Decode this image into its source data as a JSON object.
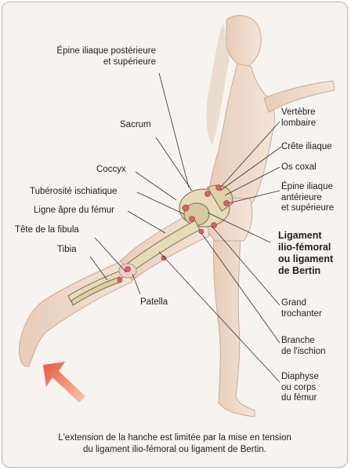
{
  "labels": {
    "epine_post": [
      "Épine iliaque postérieure",
      "et supérieure"
    ],
    "sacrum": "Sacrum",
    "coccyx": "Coccyx",
    "tuberosite": "Tubérosité ischiatique",
    "ligne_apre": "Ligne âpre du fémur",
    "tete_fibula": "Tête de la fibula",
    "tibia": "Tibia",
    "patella": "Patella",
    "vertebre": [
      "Vertèbre",
      "lombaire"
    ],
    "crete": "Crête iliaque",
    "os_coxal": "Os coxal",
    "epine_ant": [
      "Épine iliaque",
      "antérieure",
      "et supérieure"
    ],
    "ligament": [
      "Ligament",
      "ilio-fémoral",
      "ou ligament",
      "de Bertin"
    ],
    "grand_troch": [
      "Grand",
      "trochanter"
    ],
    "branche": [
      "Branche",
      "de l'ischion"
    ],
    "diaphyse": [
      "Diaphyse",
      "ou corps",
      "du fémur"
    ]
  },
  "caption": [
    "L'extension de la hanche est limitée par la mise en tension",
    "du ligament ilio-fémoral ou ligament de Bertin."
  ],
  "colors": {
    "skin": "#efd9c8",
    "bone": "#e6dcb8",
    "ligament": "#d8616a",
    "arrow": "#e86a50",
    "line": "#333333"
  }
}
